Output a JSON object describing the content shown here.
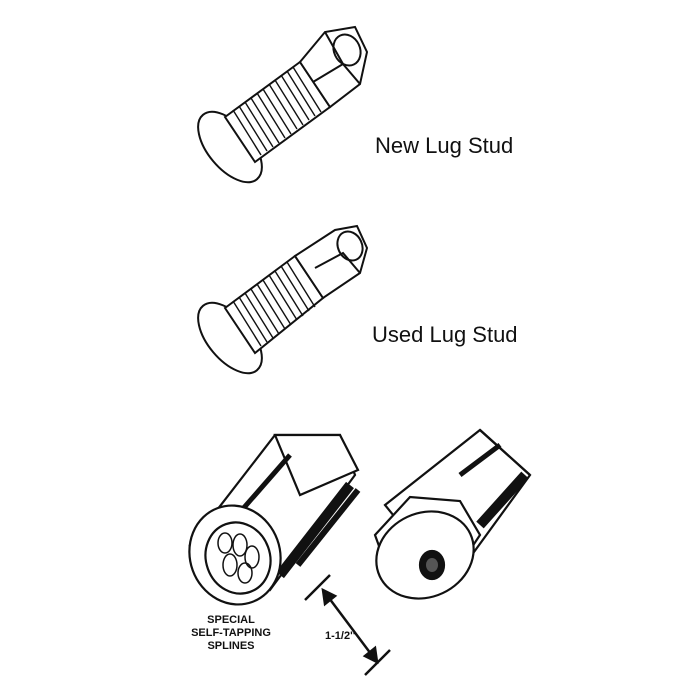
{
  "diagram": {
    "figures": [
      {
        "id": "new-lug-stud",
        "label": "New Lug Stud"
      },
      {
        "id": "used-lug-stud",
        "label": "Used Lug Stud"
      },
      {
        "id": "extractor-sockets",
        "label_lines": [
          "SPECIAL",
          "SELF-TAPPING",
          "SPLINES"
        ]
      }
    ],
    "dimension": {
      "label": "1-1/2''"
    },
    "colors": {
      "ink": "#111111",
      "background": "#ffffff"
    }
  }
}
